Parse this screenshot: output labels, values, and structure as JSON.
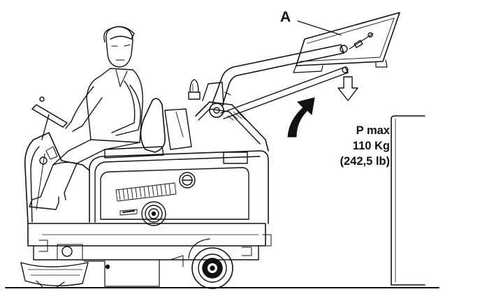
{
  "diagram": {
    "callout_label": "A",
    "load_label": {
      "line1": "P max",
      "line2": "110 Kg",
      "line3": "(242,5 lb)"
    },
    "icons": {
      "lift_direction": "curved-arrow-up-icon",
      "load_direction": "down-arrow-icon"
    },
    "colors": {
      "ink": "#111111",
      "background": "#ffffff"
    }
  }
}
